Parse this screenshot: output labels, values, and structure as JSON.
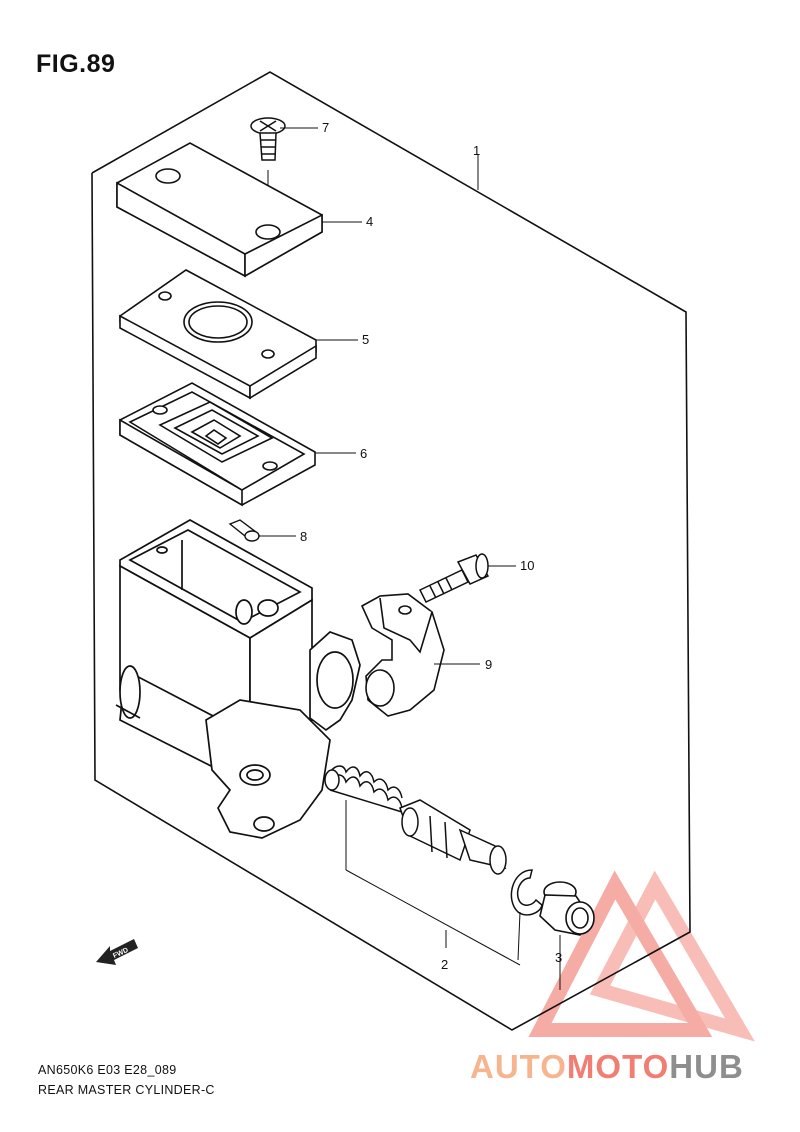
{
  "title": "FIG.89",
  "callouts": {
    "c1": "1",
    "c2": "2",
    "c3": "3",
    "c4": "4",
    "c5": "5",
    "c6": "6",
    "c7": "7",
    "c8": "8",
    "c9": "9",
    "c10": "10"
  },
  "footer": {
    "code": "AN650K6 E03 E28_089",
    "name": "REAR MASTER CYLINDER-C"
  },
  "fwd_label": "FWD",
  "watermark": {
    "part1": "AUTO",
    "part2": "MOTO",
    "part3": "HUB"
  },
  "colors": {
    "line": "#111111",
    "watermark_red": "#f27d72",
    "watermark_orange": "#f6b48f",
    "watermark_gray": "#8e8e8e"
  }
}
